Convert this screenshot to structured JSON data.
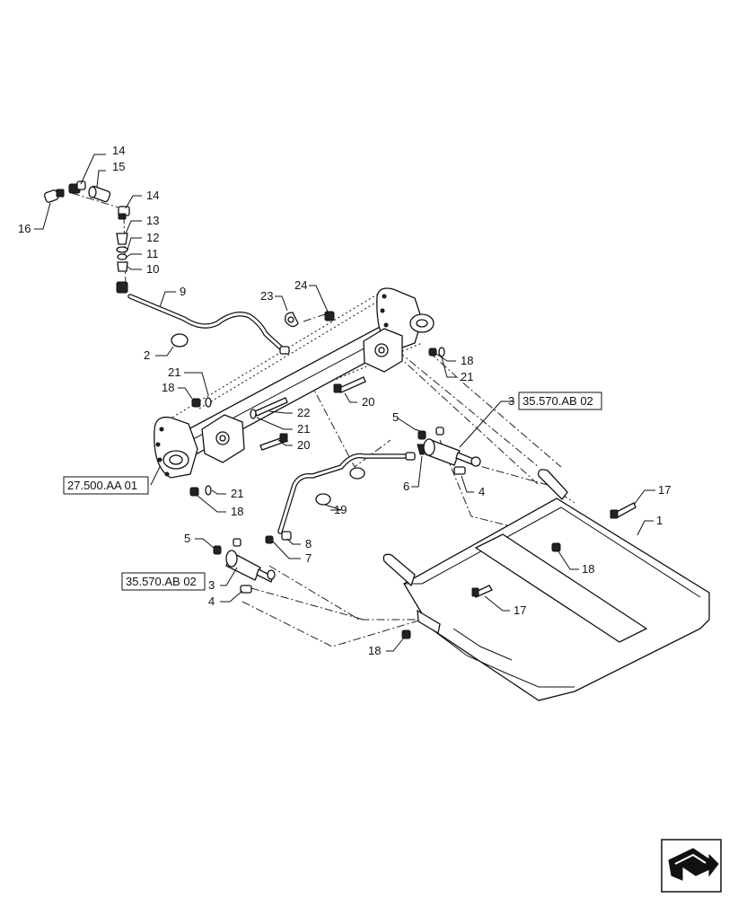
{
  "callouts": [
    {
      "id": "c14a",
      "label": "14"
    },
    {
      "id": "c15",
      "label": "15"
    },
    {
      "id": "c14b",
      "label": "14"
    },
    {
      "id": "c16",
      "label": "16"
    },
    {
      "id": "c13",
      "label": "13"
    },
    {
      "id": "c12",
      "label": "12"
    },
    {
      "id": "c11",
      "label": "11"
    },
    {
      "id": "c10",
      "label": "10"
    },
    {
      "id": "c9",
      "label": "9"
    },
    {
      "id": "c23",
      "label": "23"
    },
    {
      "id": "c24",
      "label": "24"
    },
    {
      "id": "c2",
      "label": "2"
    },
    {
      "id": "c18a",
      "label": "18"
    },
    {
      "id": "c21a",
      "label": "21"
    },
    {
      "id": "c21b",
      "label": "21"
    },
    {
      "id": "c18b",
      "label": "18"
    },
    {
      "id": "c20a",
      "label": "20"
    },
    {
      "id": "c22",
      "label": "22"
    },
    {
      "id": "c21c",
      "label": "21"
    },
    {
      "id": "c20b",
      "label": "20"
    },
    {
      "id": "c3a",
      "label": "3"
    },
    {
      "id": "c5a",
      "label": "5"
    },
    {
      "id": "c6",
      "label": "6"
    },
    {
      "id": "c4a",
      "label": "4"
    },
    {
      "id": "c21d",
      "label": "21"
    },
    {
      "id": "c18c",
      "label": "18"
    },
    {
      "id": "c19",
      "label": "19"
    },
    {
      "id": "c17a",
      "label": "17"
    },
    {
      "id": "c1",
      "label": "1"
    },
    {
      "id": "c5b",
      "label": "5"
    },
    {
      "id": "c8",
      "label": "8"
    },
    {
      "id": "c7",
      "label": "7"
    },
    {
      "id": "c18d",
      "label": "18"
    },
    {
      "id": "c3b",
      "label": "3"
    },
    {
      "id": "c4b",
      "label": "4"
    },
    {
      "id": "c17b",
      "label": "17"
    },
    {
      "id": "c18e",
      "label": "18"
    }
  ],
  "references": [
    {
      "id": "r1",
      "label": "35.570.AB 02"
    },
    {
      "id": "r2",
      "label": "27.500.AA 01"
    },
    {
      "id": "r3",
      "label": "35.570.AB 02"
    }
  ],
  "nav_icon": "next-page-arrow-icon"
}
